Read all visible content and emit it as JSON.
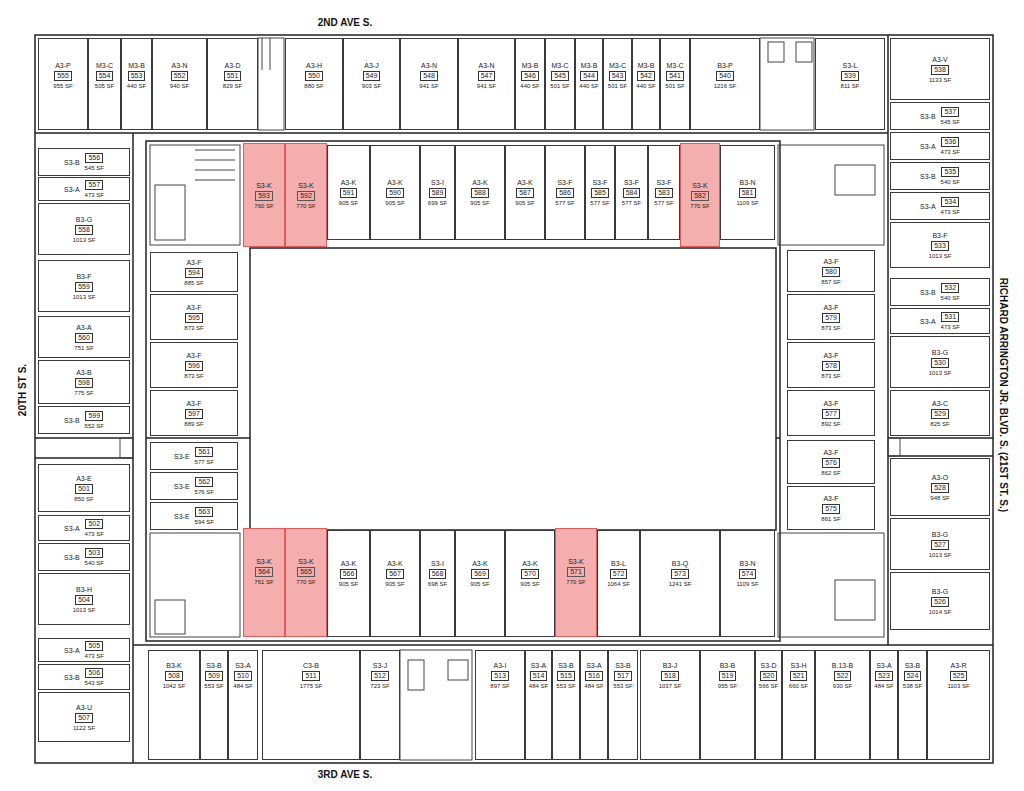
{
  "diagram": {
    "nodes": [
      {
        "text": [
          "A3-P",
          "555",
          "955 SF"
        ]
      },
      {
        "text": [
          "M3-C",
          "554",
          "505 SF"
        ]
      },
      {
        "text": [
          "M3-B",
          "553",
          "440 SF"
        ]
      },
      {
        "text": [
          "A3-N",
          "552",
          "940 SF"
        ]
      },
      {
        "text": [
          "A3-D",
          "551",
          "829 SF"
        ]
      },
      {
        "text": [
          "A3-H",
          "550",
          "880 SF"
        ]
      },
      {
        "text": [
          "A3-J",
          "549",
          "903 SF"
        ]
      },
      {
        "text": [
          "A3-N",
          "548",
          "941 SF"
        ]
      },
      {
        "text": [
          "A3-N",
          "547",
          "941 SF"
        ]
      },
      {
        "text": [
          "M3-B",
          "546",
          "440 SF"
        ]
      },
      {
        "text": [
          "M3-C",
          "545",
          "501 SF"
        ]
      },
      {
        "text": [
          "M3-B",
          "544",
          "440 SF"
        ]
      },
      {
        "text": [
          "M3-C",
          "543",
          "501 SF"
        ]
      },
      {
        "text": [
          "M3-B",
          "542",
          "440 SF"
        ]
      },
      {
        "text": [
          "M3-C",
          "541",
          "501 SF"
        ]
      },
      {
        "text": [
          "B3-P",
          "540",
          "1216 SF"
        ]
      },
      {
        "text": [
          "S3-L",
          "539",
          "811 SF"
        ]
      },
      {
        "text": [
          "A3-V",
          "538",
          "1133 SF"
        ]
      },
      {
        "text": [
          "S3-B",
          "537",
          "545 SF"
        ]
      },
      {
        "text": [
          "S3-A",
          "536",
          "473 SF"
        ]
      },
      {
        "text": [
          "S3-B",
          "535",
          "540 SF"
        ]
      },
      {
        "text": [
          "S3-A",
          "534",
          "473 SF"
        ]
      },
      {
        "text": [
          "B3-F",
          "533",
          "1013 SF"
        ]
      },
      {
        "text": [
          "S3-B",
          "532",
          "540 SF"
        ]
      },
      {
        "text": [
          "S3-A",
          "531",
          "473 SF"
        ]
      },
      {
        "text": [
          "B3-G",
          "530",
          "1013 SF"
        ]
      },
      {
        "text": [
          "A3-C",
          "529",
          "825 SF"
        ]
      },
      {
        "text": [
          "A3-O",
          "528",
          "948 SF"
        ]
      },
      {
        "text": [
          "B3-G",
          "527",
          "1013 SF"
        ]
      },
      {
        "text": [
          "B3-G",
          "526",
          "1014 SF"
        ]
      },
      {
        "text": [
          "S3-B",
          "556",
          "545 SF"
        ]
      },
      {
        "text": [
          "S3-A",
          "557",
          "473 SF"
        ]
      },
      {
        "text": [
          "B3-G",
          "558",
          "1013 SF"
        ]
      },
      {
        "text": [
          "B3-F",
          "559",
          "1013 SF"
        ]
      },
      {
        "text": [
          "A3-A",
          "560",
          "751 SF"
        ]
      },
      {
        "text": [
          "A3-B",
          "598",
          "775 SF"
        ]
      },
      {
        "text": [
          "S3-B",
          "599",
          "552 SF"
        ]
      },
      {
        "text": [
          "A3-E",
          "501",
          "850 SF"
        ]
      },
      {
        "text": [
          "S3-A",
          "502",
          "473 SF"
        ]
      },
      {
        "text": [
          "S3-B",
          "503",
          "540 SF"
        ]
      },
      {
        "text": [
          "B3-H",
          "504",
          "1013 SF"
        ]
      },
      {
        "text": [
          "S3-A",
          "505",
          "473 SF"
        ]
      },
      {
        "text": [
          "S3-B",
          "506",
          "543 SF"
        ]
      },
      {
        "text": [
          "A3-U",
          "507",
          "1122 SF"
        ]
      },
      {
        "text": [
          "S3-K",
          "593",
          "760 SF"
        ]
      },
      {
        "text": [
          "S3-K",
          "592",
          "770 SF"
        ]
      },
      {
        "text": [
          "A3-K",
          "591",
          "905 SF"
        ]
      },
      {
        "text": [
          "A3-K",
          "590",
          "905 SF"
        ]
      },
      {
        "text": [
          "S3-I",
          "589",
          "699 SF"
        ]
      },
      {
        "text": [
          "A3-K",
          "588",
          "905 SF"
        ]
      },
      {
        "text": [
          "A3-K",
          "587",
          "905 SF"
        ]
      },
      {
        "text": [
          "S3-F",
          "586",
          "577 SF"
        ]
      },
      {
        "text": [
          "S3-F",
          "585",
          "577 SF"
        ]
      },
      {
        "text": [
          "S3-F",
          "584",
          "577 SF"
        ]
      },
      {
        "text": [
          "S3-F",
          "583",
          "577 SF"
        ]
      },
      {
        "text": [
          "S3-K",
          "582",
          "770 SF"
        ]
      },
      {
        "text": [
          "B3-N",
          "581",
          "1109 SF"
        ]
      },
      {
        "text": [
          "A3-F",
          "594",
          "885 SF"
        ]
      },
      {
        "text": [
          "A3-F",
          "595",
          "873 SF"
        ]
      },
      {
        "text": [
          "A3-F",
          "596",
          "873 SF"
        ]
      },
      {
        "text": [
          "A3-F",
          "597",
          "889 SF"
        ]
      },
      {
        "text": [
          "S3-E",
          "561",
          "577 SF"
        ]
      },
      {
        "text": [
          "S3-E",
          "562",
          "576 SF"
        ]
      },
      {
        "text": [
          "S3-E",
          "563",
          "594 SF"
        ]
      },
      {
        "text": [
          "A3-F",
          "580",
          "857 SF"
        ]
      },
      {
        "text": [
          "A3-F",
          "579",
          "873 SF"
        ]
      },
      {
        "text": [
          "A3-F",
          "578",
          "873 SF"
        ]
      },
      {
        "text": [
          "A3-F",
          "577",
          "892 SF"
        ]
      },
      {
        "text": [
          "A3-F",
          "576",
          "862 SF"
        ]
      },
      {
        "text": [
          "A3-F",
          "575",
          "861 SF"
        ]
      },
      {
        "text": [
          "S3-K",
          "564",
          "761 SF"
        ]
      },
      {
        "text": [
          "S3-K",
          "565",
          "770 SF"
        ]
      },
      {
        "text": [
          "A3-K",
          "566",
          "905 SF"
        ]
      },
      {
        "text": [
          "A3-K",
          "567",
          "905 SF"
        ]
      },
      {
        "text": [
          "S3-I",
          "568",
          "698 SF"
        ]
      },
      {
        "text": [
          "A3-K",
          "569",
          "905 SF"
        ]
      },
      {
        "text": [
          "A3-K",
          "570",
          "905 SF"
        ]
      },
      {
        "text": [
          "S3-K",
          "571",
          "770 SF"
        ]
      },
      {
        "text": [
          "B3-L",
          "572",
          "1064 SF"
        ]
      },
      {
        "text": [
          "B3-Q",
          "573",
          "1241 SF"
        ]
      },
      {
        "text": [
          "B3-N",
          "574",
          "1109 SF"
        ]
      },
      {
        "text": [
          "B3-K",
          "508",
          "1042 SF"
        ]
      },
      {
        "text": [
          "S3-B",
          "509",
          "553 SF"
        ]
      },
      {
        "text": [
          "S3-A",
          "510",
          "484 SF"
        ]
      },
      {
        "text": [
          "C3-B",
          "511",
          "1775 SF"
        ]
      },
      {
        "text": [
          "S3-J",
          "512",
          "723 SF"
        ]
      },
      {
        "text": [
          "A3-I",
          "513",
          "897 SF"
        ]
      },
      {
        "text": [
          "S3-A",
          "514",
          "484 SF"
        ]
      },
      {
        "text": [
          "S3-B",
          "515",
          "553 SF"
        ]
      },
      {
        "text": [
          "S3-A",
          "516",
          "484 SF"
        ]
      },
      {
        "text": [
          "S3-B",
          "517",
          "553 SF"
        ]
      },
      {
        "text": [
          "B3-J",
          "518",
          "1037 SF"
        ]
      },
      {
        "text": [
          "B3-B",
          "519",
          "955 SF"
        ]
      },
      {
        "text": [
          "S3-D",
          "520",
          "566 SF"
        ]
      },
      {
        "text": [
          "S3-H",
          "521",
          "660 SF"
        ]
      },
      {
        "text": [
          "B.13-B",
          "522",
          "930 SF"
        ]
      },
      {
        "text": [
          "S3-A",
          "523",
          "484 SF"
        ]
      },
      {
        "text": [
          "S3-B",
          "524",
          "538 SF"
        ]
      },
      {
        "text": [
          "A3-R",
          "525",
          "1103 SF"
        ]
      }
    ],
    "labels": [
      "2ND AVE S.",
      "20TH ST S.",
      "RICHARD ARRINGTON JR. BLVD. S. (21ST ST. S.)",
      "3RD AVE S."
    ]
  }
}
